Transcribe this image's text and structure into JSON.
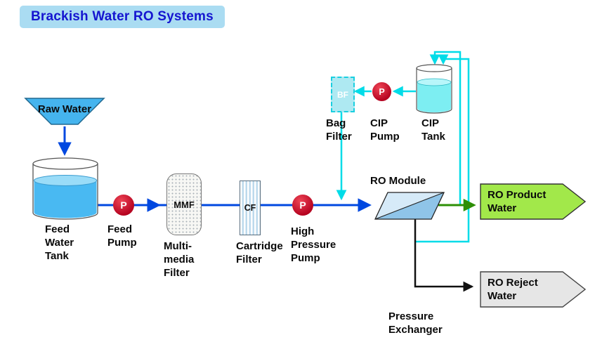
{
  "title": "Brackish Water RO Systems",
  "nodes": {
    "raw_water": "Raw Water",
    "feed_tank_label": "Feed\nWater\nTank",
    "feed_pump_label": "Feed\nPump",
    "pump_symbol": "P",
    "mmf_symbol": "MMF",
    "mmf_label": "Multi-\nmedia\nFilter",
    "cf_symbol": "CF",
    "cf_label": "Cartridge\nFilter",
    "hp_pump_label": "High\nPressure\nPump",
    "ro_module_label": "RO Module",
    "product_label": "RO Product\nWater",
    "reject_label": "RO Reject\nWater",
    "pressure_exchanger_label": "Pressure\nExchanger",
    "bf_symbol": "BF",
    "bag_filter_label": "Bag\nFilter",
    "cip_pump_label": "CIP\nPump",
    "cip_tank_label": "CIP\nTank"
  },
  "colors": {
    "title_bg": "#aadcf2",
    "title_text": "#1515d0",
    "flow_blue": "#0048e0",
    "cip_cyan": "#00dce8",
    "pump_red": "#b3001e",
    "product_line_green": "#2e8f06",
    "product_fill": "#a2e84a",
    "reject_fill": "#e6e6e6",
    "feed_water_blue": "#49b9f2",
    "cip_water_cyan": "#7deef2",
    "ro_module_fill_light": "#d6eaf8",
    "ro_module_fill_dark": "#8fc4e8"
  }
}
